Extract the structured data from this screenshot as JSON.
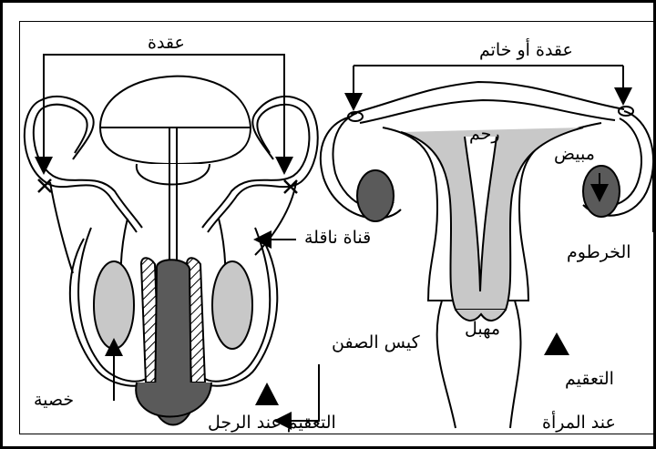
{
  "colors": {
    "tissue_light": "#c8c8c8",
    "tissue_dark": "#5a5a5a",
    "line": "#000000",
    "background": "#ffffff"
  },
  "male": {
    "knot_label": "عقدة",
    "vas_deferens_label": "قناة ناقلة",
    "scrotum_label": "كيس الصفن",
    "testis_label": "خصية",
    "caption": "التعقيم عند الرجل"
  },
  "female": {
    "knot_label": "عقدة أو خاتم",
    "uterus_label": "رحم",
    "ovary_label": "مبيض",
    "fimbria_label": "الخرطوم",
    "vagina_label": "مهبل",
    "caption_line1": "التعقيم",
    "caption_line2": "عند المرأة"
  },
  "icons": {
    "male_marker": "triangle-icon",
    "female_marker": "triangle-icon"
  }
}
